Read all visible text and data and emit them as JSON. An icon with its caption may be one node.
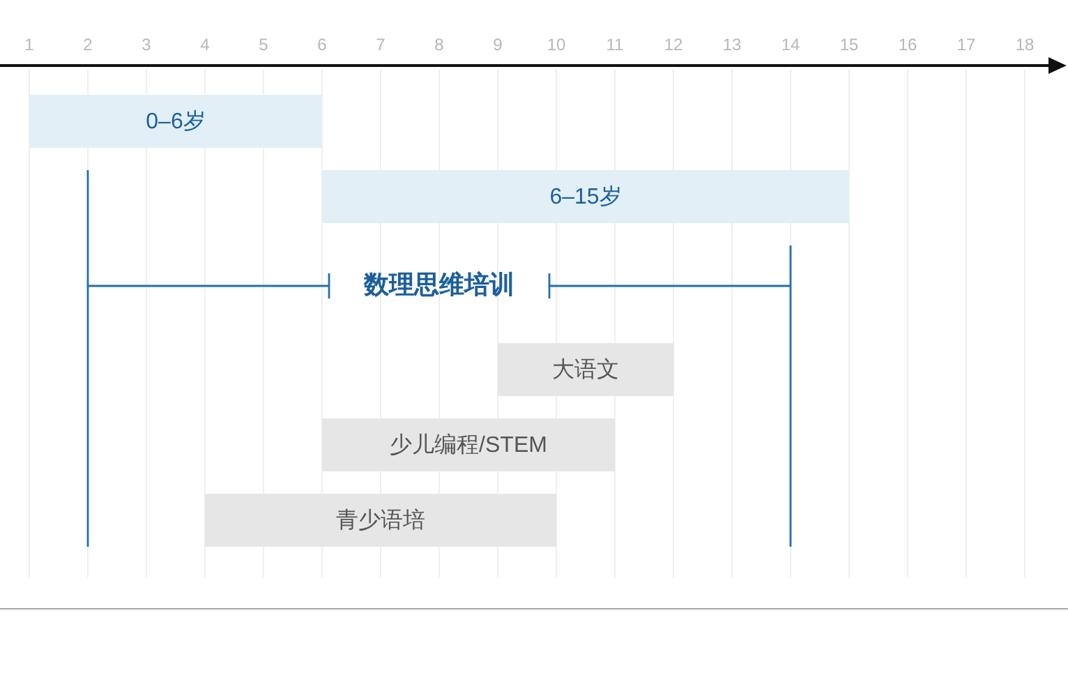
{
  "diagram": {
    "nodes": [
      {
        "text": [
          "0–6岁"
        ]
      },
      {
        "text": [
          "6–15岁"
        ]
      },
      {
        "text": [
          "大语文"
        ]
      },
      {
        "text": [
          "少儿编程/STEM"
        ]
      },
      {
        "text": [
          "青少语培"
        ]
      }
    ],
    "labels": [
      "1",
      "2",
      "3",
      "4",
      "5",
      "6",
      "7",
      "8",
      "9",
      "10",
      "11",
      "12",
      "13",
      "14",
      "15",
      "16",
      "17",
      "18",
      "数理思维培训"
    ]
  }
}
